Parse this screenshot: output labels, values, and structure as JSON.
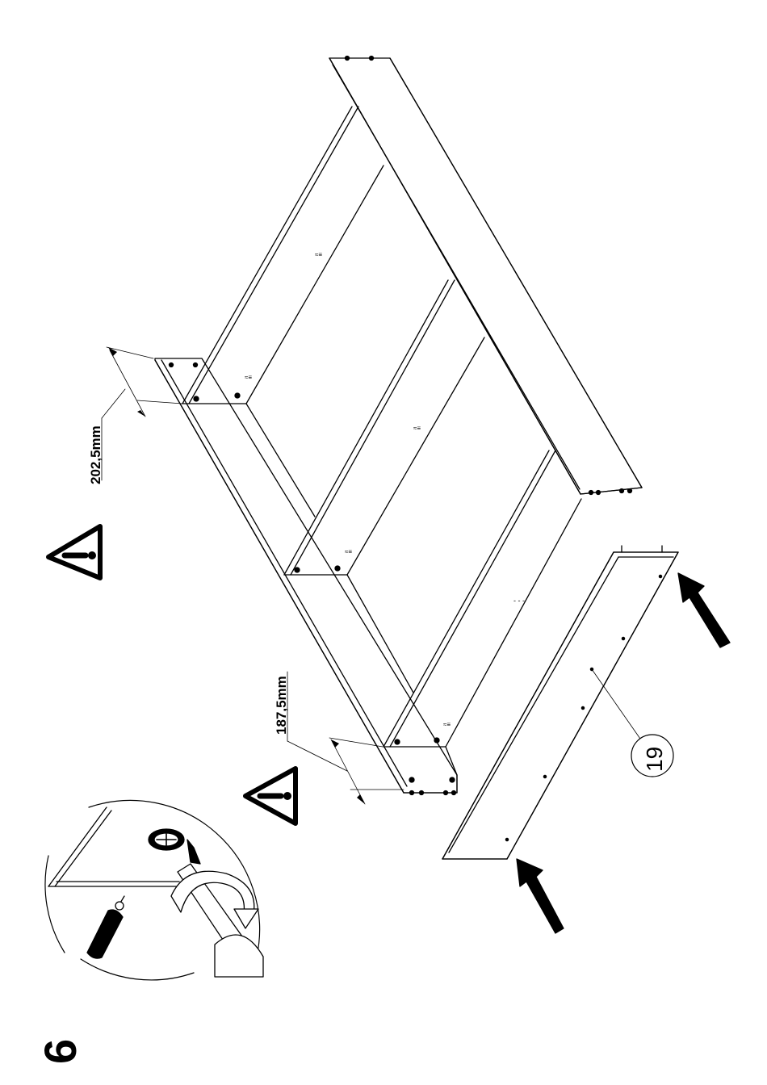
{
  "step": {
    "number": "6"
  },
  "dimensions": {
    "upper": "202,5mm",
    "lower": "187,5mm"
  },
  "callout": {
    "part_number": "19"
  },
  "icons": {
    "warning": "warning-triangle-icon",
    "screwdriver": "screwdriver-icon",
    "rotate": "rotate-clockwise-icon",
    "cam_lock": "cam-lock-icon",
    "arrow": "push-arrow-icon"
  }
}
